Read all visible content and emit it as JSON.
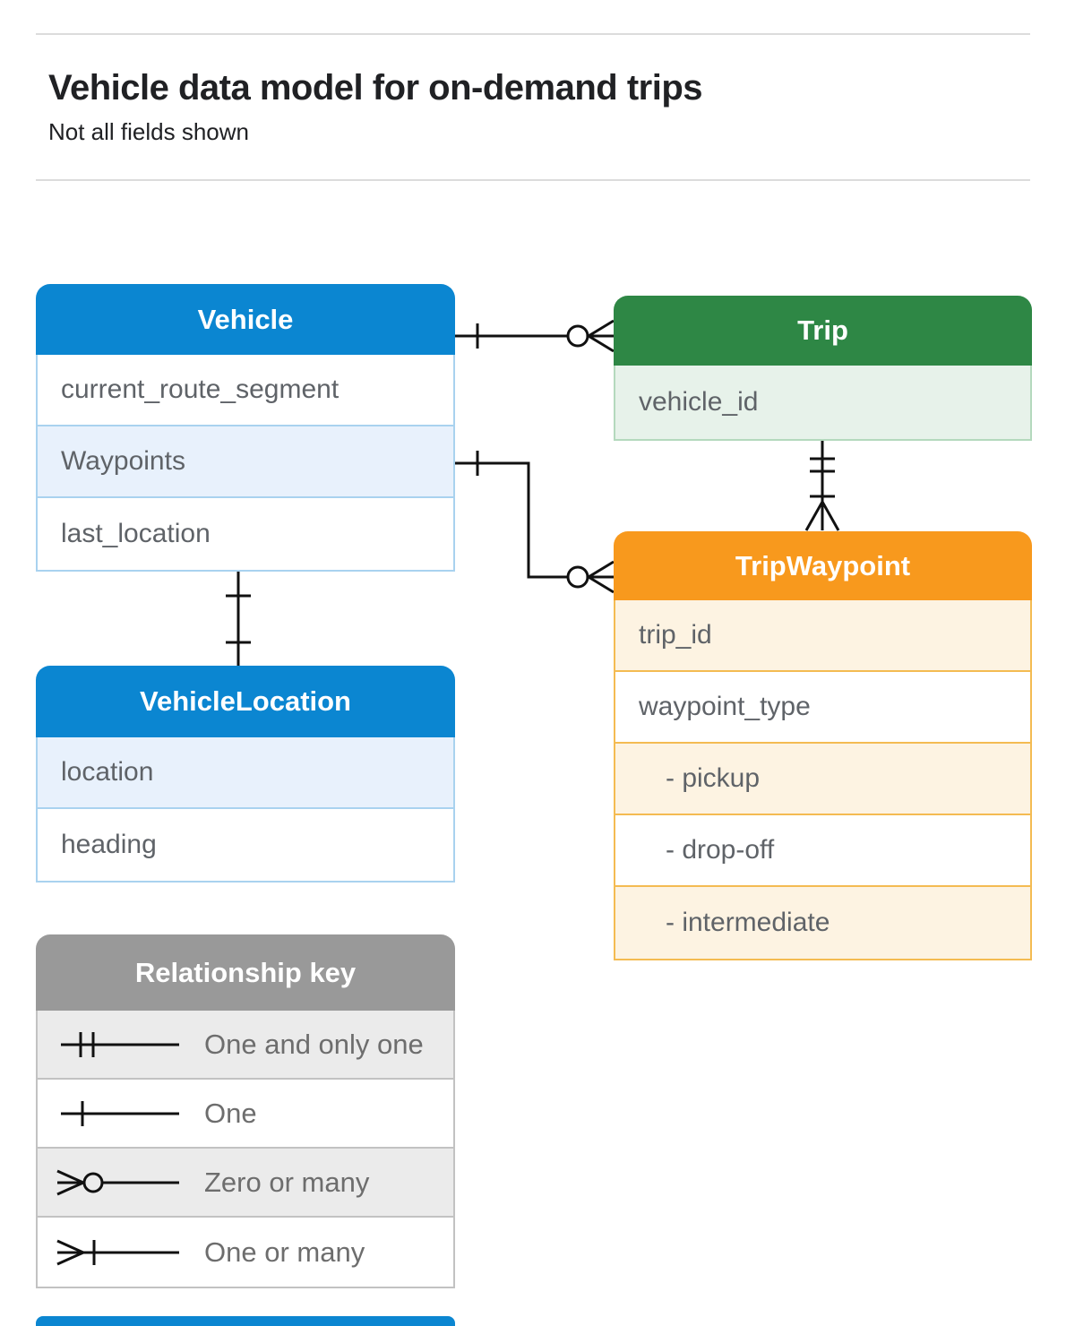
{
  "page": {
    "title": "Vehicle data model for on-demand trips",
    "subtitle": "Not all fields shown"
  },
  "colors": {
    "blue_header": "#0b86d1",
    "blue_row_shaded": "#e8f1fc",
    "blue_border": "#a9d2ef",
    "green_header": "#2e8745",
    "green_row_shaded": "#e7f2ea",
    "green_border": "#b4d9bd",
    "orange_header": "#f8991d",
    "orange_row_shaded": "#fdf3e2",
    "orange_border": "#f4bb52",
    "gray_header": "#999999",
    "gray_row_shaded": "#ebebeb",
    "connector": "#111111",
    "field_text": "#5f6368",
    "title_text": "#202124"
  },
  "tables": {
    "vehicle": {
      "title": "Vehicle",
      "fields": [
        "current_route_segment",
        "Waypoints",
        "last_location"
      ]
    },
    "trip": {
      "title": "Trip",
      "fields": [
        "vehicle_id"
      ]
    },
    "trip_waypoint": {
      "title": "TripWaypoint",
      "fields": [
        "trip_id",
        "waypoint_type",
        "- pickup",
        "- drop-off",
        "- intermediate"
      ]
    },
    "vehicle_location": {
      "title": "VehicleLocation",
      "fields": [
        "location",
        "heading"
      ]
    }
  },
  "relationships": [
    {
      "from": "Vehicle",
      "to": "Trip",
      "from_cardinality": "one",
      "to_cardinality": "zero-or-many"
    },
    {
      "from": "Vehicle.Waypoints",
      "to": "TripWaypoint",
      "from_cardinality": "one",
      "to_cardinality": "zero-or-many"
    },
    {
      "from": "Trip",
      "to": "TripWaypoint",
      "from_cardinality": "one-and-only-one",
      "to_cardinality": "one-or-many"
    },
    {
      "from": "Vehicle",
      "to": "VehicleLocation",
      "from_cardinality": "one",
      "to_cardinality": "one"
    }
  ],
  "legend": {
    "title": "Relationship key",
    "items": [
      {
        "symbol": "one-and-only-one",
        "label": "One and only one"
      },
      {
        "symbol": "one",
        "label": "One"
      },
      {
        "symbol": "zero-or-many",
        "label": "Zero or many"
      },
      {
        "symbol": "one-or-many",
        "label": "One or many"
      }
    ]
  }
}
